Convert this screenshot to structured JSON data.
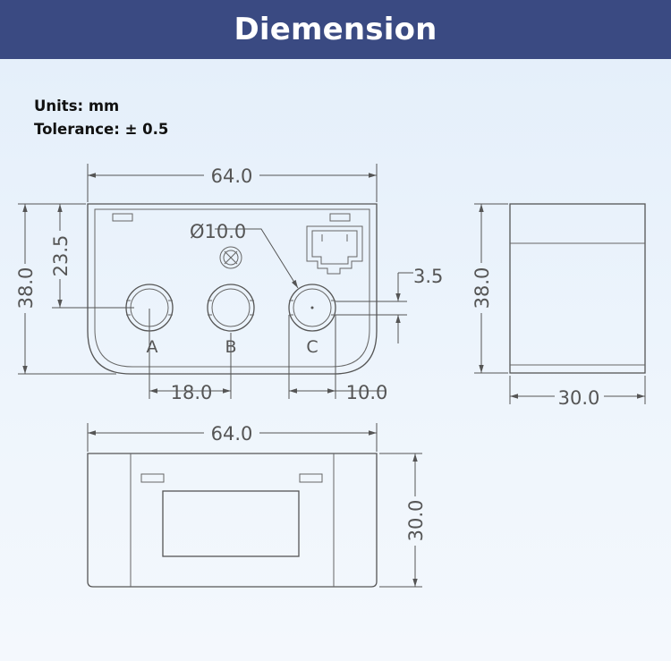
{
  "header": {
    "title": "Diemension"
  },
  "notes": {
    "units": "Units: mm",
    "tolerance": "Tolerance: ± 0.5"
  },
  "front_view": {
    "width": "64.0",
    "height": "38.0",
    "hole_height": "23.5",
    "hole_diameter": "Ø10.0",
    "offset": "3.5",
    "spacing": "18.0",
    "edge": "10.0",
    "ports": [
      "A",
      "B",
      "C"
    ]
  },
  "side_view": {
    "height": "38.0",
    "depth": "30.0"
  },
  "top_view": {
    "width": "64.0",
    "depth": "30.0"
  }
}
